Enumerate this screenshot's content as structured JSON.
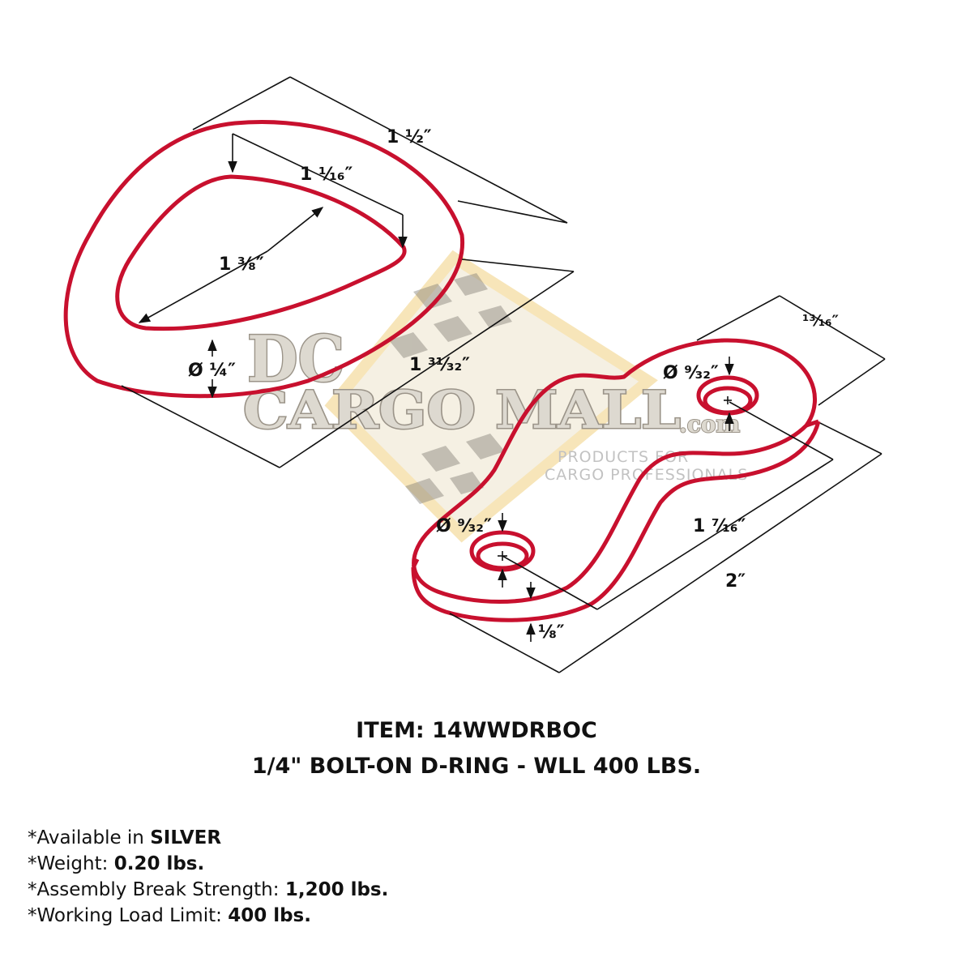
{
  "watermark": {
    "brand_line1": "DC",
    "brand_line2": "CARGO MALL",
    "brand_suffix": ".com",
    "tagline_line1": "PRODUCTS FOR",
    "tagline_line2": "CARGO PROFESSIONALS"
  },
  "dimensions": {
    "ring_outer_width": "1 ½″",
    "ring_inner_width": "1 ¹⁄₁₆″",
    "ring_inner_length": "1 ³⁄₈″",
    "ring_wire_diameter": "Ø ¼″",
    "ring_overall_length": "1 ³¹⁄₃₂″",
    "plate_width": "¹³⁄₁₆″",
    "hole_top_diameter": "Ø ⁹⁄₃₂″",
    "hole_bottom_diameter": "Ø ⁹⁄₃₂″",
    "hole_spacing": "1 ⁷⁄₁₆″",
    "plate_length": "2″",
    "plate_thickness": "⅛″"
  },
  "colors": {
    "outline": "#c8102e",
    "dimension_line": "#111111"
  },
  "title": {
    "item": "ITEM: 14WWDRBOC",
    "description": "1/4\" BOLT-ON D-RING - WLL 400 LBS."
  },
  "specs": [
    {
      "label": "*Available in ",
      "value": "SILVER"
    },
    {
      "label": "*Weight: ",
      "value": "0.20 lbs."
    },
    {
      "label": "*Assembly Break Strength: ",
      "value": "1,200 lbs."
    },
    {
      "label": "*Working Load Limit: ",
      "value": "400 lbs."
    }
  ]
}
